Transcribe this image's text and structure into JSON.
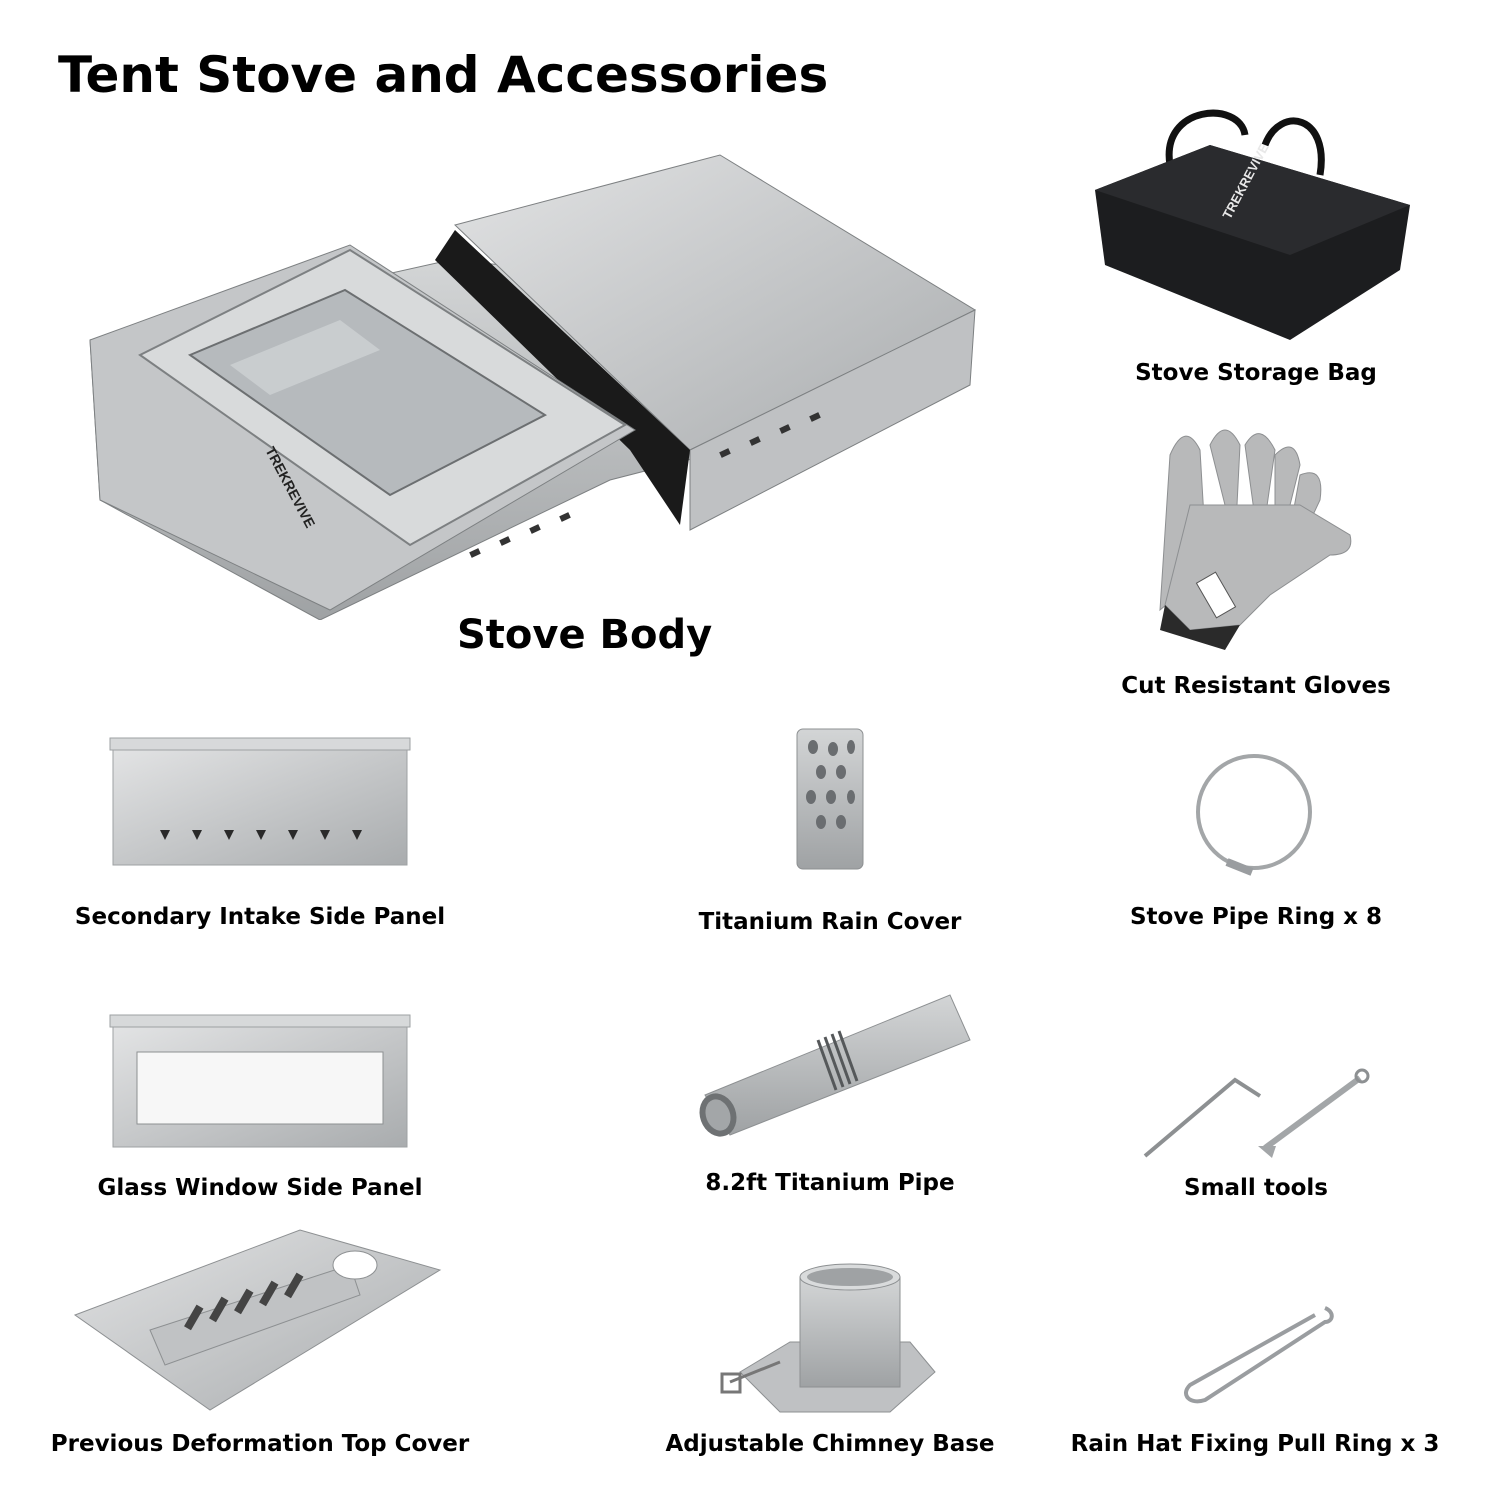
{
  "title": "Tent Stove and Accessories",
  "stove_body": {
    "label": "Stove Body",
    "brand": "TREKREVIVE"
  },
  "items": [
    {
      "label": "Stove Storage Bag",
      "brand": "TREKREVIVE"
    },
    {
      "label": "Cut Resistant Gloves"
    },
    {
      "label": "Secondary Intake Side Panel"
    },
    {
      "label": "Titanium Rain Cover"
    },
    {
      "label": "Stove Pipe Ring x 8"
    },
    {
      "label": "Glass Window Side Panel"
    },
    {
      "label": "8.2ft Titanium Pipe"
    },
    {
      "label": "Small tools"
    },
    {
      "label": "Previous Deformation Top Cover"
    },
    {
      "label": "Adjustable Chimney Base"
    },
    {
      "label": "Rain Hat Fixing Pull Ring x 3"
    }
  ],
  "colors": {
    "metal": "#c9cbcc",
    "metal_dark": "#8e9193",
    "bag": "#1c1d1f",
    "glove": "#b8b9ba"
  }
}
